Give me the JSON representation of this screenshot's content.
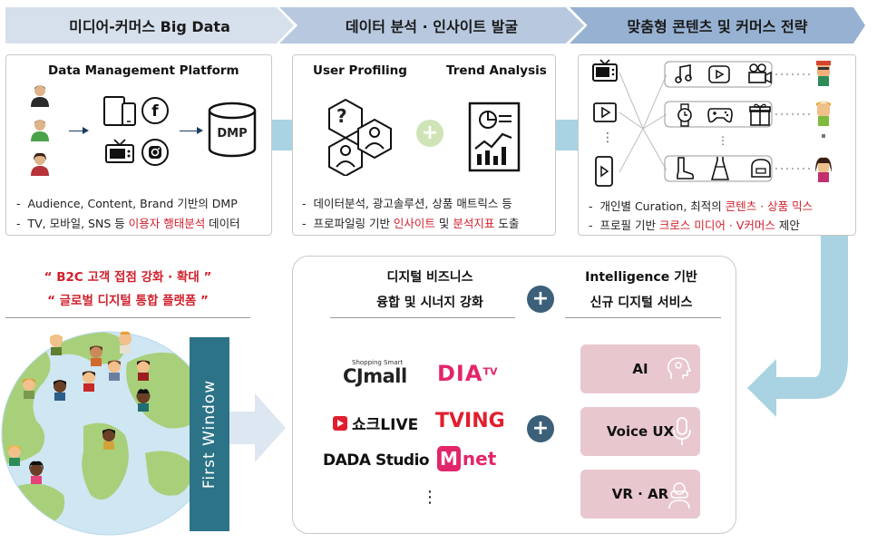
{
  "header": {
    "step1": "미디어-커머스 Big Data",
    "step2": "데이터 분석 · 인사이트 발굴",
    "step3": "맞춤형 콘텐츠 및 커머스 전략"
  },
  "panel1": {
    "title": "Data Management Platform",
    "dmp_label": "DMP",
    "bullet1": "Audience, Content, Brand 기반의 DMP",
    "bullet2_pre": "TV, 모바일, SNS 등 ",
    "bullet2_red": "이용자 행태분석",
    "bullet2_post": " 데이터"
  },
  "panel2": {
    "title_left": "User Profiling",
    "title_right": "Trend Analysis",
    "profile_mark": "?",
    "bullet1": "데이터분석, 광고솔루션, 상품 매트릭스 등",
    "bullet2_pre": "프로파일링 기반 ",
    "bullet2_red1": "인사이트",
    "bullet2_mid": " 및 ",
    "bullet2_red2": "분석지표",
    "bullet2_post": " 도출"
  },
  "panel3": {
    "bullet1_pre": "개인별 Curation, 최적의 ",
    "bullet1_red": "콘텐츠 · 상품 믹스",
    "bullet2_pre": "프로필 기반 ",
    "bullet2_red": "크로스 미디어 · V커머스",
    "bullet2_post": " 제안"
  },
  "left": {
    "slogan1": "“ B2C 고객 접점 강화 · 확대 ”",
    "slogan2": "“ 글로벌 디지털 통합 플랫폼 ”",
    "first_window": "First Window"
  },
  "center": {
    "left_head_line1": "디지털 비즈니스",
    "left_head_line2": "융합 및 시너지 강화",
    "right_head_line1": "Intelligence 기반",
    "right_head_line2": "신규 디지털 서비스",
    "plus": "+",
    "logos": {
      "cjmall_small": "Shopping Smart",
      "cjmall": "CJmall",
      "diatv": "DIA",
      "diatv_sup": "TV",
      "shockalive": "쇼크LIVE",
      "tving": "TVING",
      "dada": "DADA Studio",
      "mnet_m": "M",
      "mnet": "net",
      "more": "⋮"
    },
    "services": [
      "AI",
      "Voice UX",
      "VR · AR"
    ]
  },
  "colors": {
    "accent_red": "#d0202d",
    "connector": "#a9d3e2",
    "first_window_bar": "#2c7387",
    "service_pink": "#e9c7cf",
    "plus_circle": "#3c6079"
  }
}
